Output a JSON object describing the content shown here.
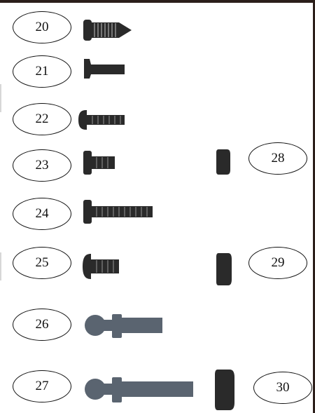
{
  "parts": [
    {
      "id": "20",
      "icon": "tapping-screw-icon"
    },
    {
      "id": "21",
      "icon": "countersunk-screw-icon"
    },
    {
      "id": "22",
      "icon": "pan-head-screw-icon"
    },
    {
      "id": "23",
      "icon": "short-machine-screw-icon"
    },
    {
      "id": "24",
      "icon": "long-machine-screw-icon"
    },
    {
      "id": "25",
      "icon": "flange-screw-icon"
    },
    {
      "id": "26",
      "icon": "short-ball-stud-icon"
    },
    {
      "id": "27",
      "icon": "long-ball-stud-icon"
    },
    {
      "id": "28",
      "icon": "small-nut-icon"
    },
    {
      "id": "29",
      "icon": "medium-nut-icon"
    },
    {
      "id": "30",
      "icon": "large-nut-icon"
    }
  ],
  "colors": {
    "screw": "#2a2a2a",
    "stud": "#5a6470",
    "outline": "#111111"
  }
}
